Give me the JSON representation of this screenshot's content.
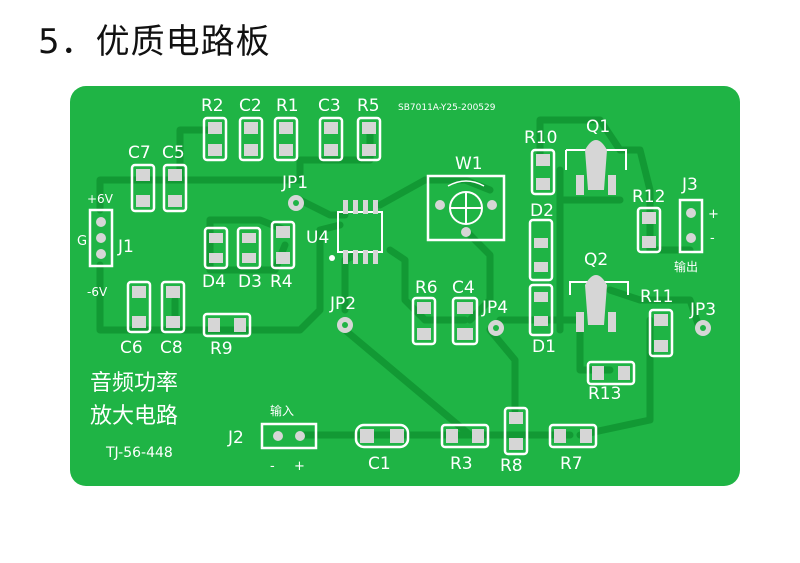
{
  "heading": "5．优质电路板",
  "board": {
    "serial": "SB7011A-Y25-200529",
    "title_line1": "音频功率",
    "title_line2": "放大电路",
    "model": "TJ-56-448",
    "input_label": "输入",
    "output_label": "输出",
    "plus": "+",
    "minus": "-",
    "pos_supply": "+6V",
    "neg_supply": "-6V",
    "ground": "G",
    "colors": {
      "board": "#1fb445",
      "trace": "#129934",
      "silk": "#ffffff",
      "pad": "#d6d6d6"
    },
    "refs": {
      "R2": "R2",
      "C2": "C2",
      "R1": "R1",
      "C3": "C3",
      "R5": "R5",
      "C7": "C7",
      "C5": "C5",
      "JP1": "JP1",
      "U4": "U4",
      "W1": "W1",
      "R10": "R10",
      "Q1": "Q1",
      "R12": "R12",
      "J3": "J3",
      "D2": "D2",
      "J1": "J1",
      "D4": "D4",
      "D3": "D3",
      "R4": "R4",
      "Q2": "Q2",
      "R6": "R6",
      "C4": "C4",
      "JP4": "JP4",
      "JP2": "JP2",
      "R11": "R11",
      "JP3": "JP3",
      "C6": "C6",
      "C8": "C8",
      "R9": "R9",
      "D1": "D1",
      "R13": "R13",
      "J2": "J2",
      "C1": "C1",
      "R3": "R3",
      "R8": "R8",
      "R7": "R7"
    }
  }
}
